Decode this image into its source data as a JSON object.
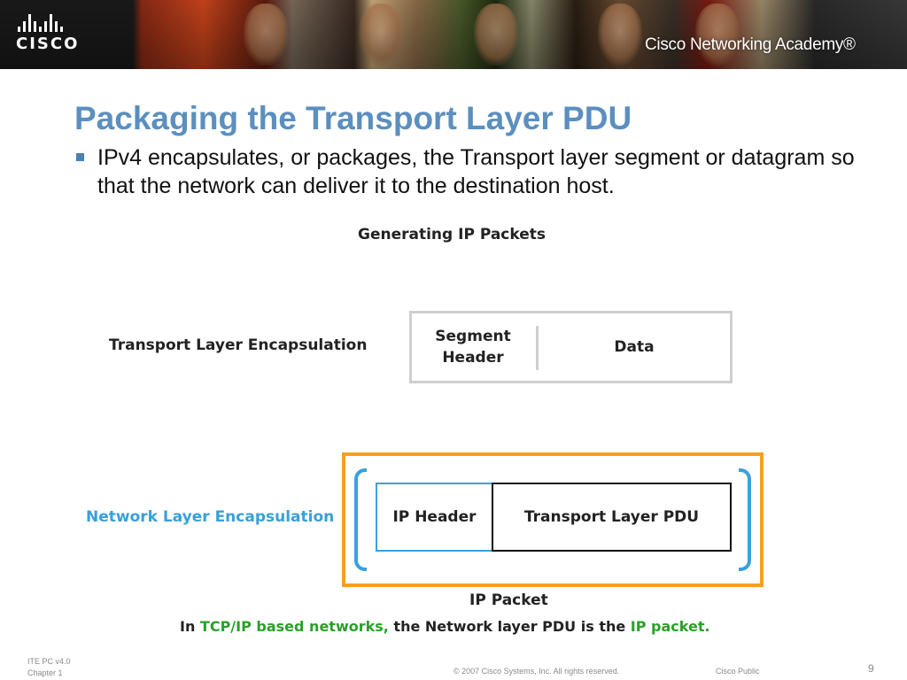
{
  "banner": {
    "logo_word": "CISCO",
    "academy": "Cisco Networking Academy®"
  },
  "slide": {
    "title": "Packaging the Transport Layer PDU",
    "bullet": "IPv4 encapsulates, or packages, the Transport layer segment or datagram so that the network can deliver it to the destination host."
  },
  "diagram": {
    "title": "Generating IP Packets",
    "transport_label": "Transport Layer Encapsulation",
    "segment_header_line1": "Segment",
    "segment_header_line2": "Header",
    "data_label": "Data",
    "network_label": "Network Layer Encapsulation",
    "ip_header": "IP Header",
    "transport_pdu": "Transport Layer PDU",
    "ip_packet_label": "IP Packet",
    "caption": {
      "part1": "In ",
      "highlight1": "TCP/IP based networks,",
      "part2": " the Network layer PDU is the ",
      "highlight2": "IP packet."
    }
  },
  "footer": {
    "version": "ITE PC v4.0",
    "chapter": "Chapter 1",
    "copyright": "© 2007 Cisco Systems, Inc. All rights reserved.",
    "classification": "Cisco Public",
    "page_number": "9"
  },
  "colors": {
    "title": "#5b8fbf",
    "network_label": "#38a0d8",
    "frame_orange": "#f5a020",
    "bracket_blue": "#3aa0de",
    "caption_highlight": "#2aa02a"
  }
}
